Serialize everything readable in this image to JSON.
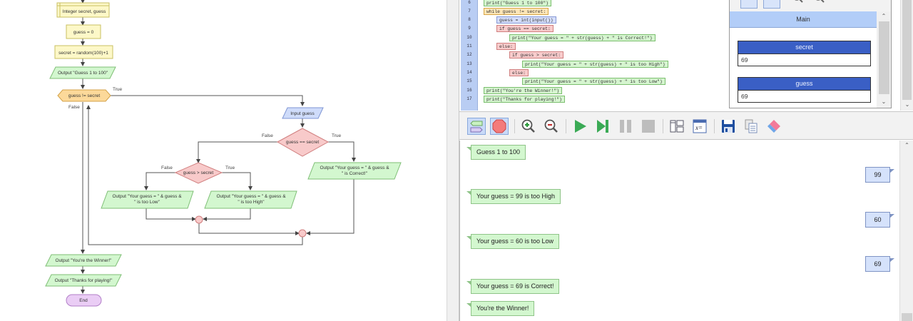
{
  "flowchart": {
    "nodes": {
      "declare": "Integer secret, guess",
      "assign_guess": "guess = 0",
      "assign_secret": "secret = random(100)+1",
      "output_intro": "Output \"Guess 1 to 100\"",
      "loop_cond": "guess != secret",
      "input_guess": "Input guess",
      "if_correct": "guess == secret",
      "output_correct_1": "Output \"Your guess = \" & guess &",
      "output_correct_2": "\" is Correct!\"",
      "if_high": "guess > secret",
      "output_low_1": "Output \"Your guess = \" & guess &",
      "output_low_2": "\" is too Low\"",
      "output_high_1": "Output \"Your guess = \" & guess &",
      "output_high_2": "\" is too High\"",
      "output_winner": "Output \"You're the Winner!\"",
      "output_thanks": "Output \"Thanks for playing!\"",
      "end": "End"
    },
    "labels": {
      "loop_true": "True",
      "loop_false": "False",
      "correct_false": "False",
      "correct_true": "True",
      "high_false": "False",
      "high_true": "True"
    }
  },
  "code": {
    "lines": [
      {
        "num": "6",
        "text": "print(\"Guess 1 to 100\")",
        "kind": "green",
        "indent": 0
      },
      {
        "num": "7",
        "text": "while guess != secret:",
        "kind": "orange",
        "indent": 0
      },
      {
        "num": "8",
        "text": "guess = int(input())",
        "kind": "blue",
        "indent": 1
      },
      {
        "num": "9",
        "text": "if guess == secret:",
        "kind": "red",
        "indent": 1
      },
      {
        "num": "10",
        "text": "print(\"Your guess = \" + str(guess) + \" is Correct!\")",
        "kind": "green",
        "indent": 2
      },
      {
        "num": "11",
        "text": "else:",
        "kind": "red",
        "indent": 1
      },
      {
        "num": "12",
        "text": "if guess > secret:",
        "kind": "red",
        "indent": 2
      },
      {
        "num": "13",
        "text": "print(\"Your guess = \" + str(guess) + \" is too High\")",
        "kind": "green",
        "indent": 3
      },
      {
        "num": "14",
        "text": "else:",
        "kind": "red",
        "indent": 2
      },
      {
        "num": "15",
        "text": "print(\"Your guess = \" + str(guess) + \" is too Low\")",
        "kind": "green",
        "indent": 3
      },
      {
        "num": "16",
        "text": "print(\"You're the Winner!\")",
        "kind": "green",
        "indent": 0
      },
      {
        "num": "17",
        "text": "print(\"Thanks for playing!\")",
        "kind": "green",
        "indent": 0
      }
    ]
  },
  "variables": {
    "scope": "Main",
    "items": [
      {
        "name": "secret",
        "value": "69"
      },
      {
        "name": "guess",
        "value": "69"
      }
    ]
  },
  "toolbar": {
    "buttons": [
      "flowchart-view-icon",
      "stop-sign-icon",
      "zoom-in-icon",
      "zoom-out-icon",
      "run-icon",
      "step-icon",
      "pause-icon",
      "stop-icon",
      "layout-icon",
      "variables-icon",
      "save-icon",
      "copy-icon",
      "clear-icon"
    ]
  },
  "console": {
    "messages": [
      {
        "type": "output",
        "text": "Guess 1 to 100"
      },
      {
        "type": "input",
        "text": "99"
      },
      {
        "type": "output",
        "text": "Your guess = 99 is too High"
      },
      {
        "type": "input",
        "text": "60"
      },
      {
        "type": "output",
        "text": "Your guess = 60 is too Low"
      },
      {
        "type": "input",
        "text": "69"
      },
      {
        "type": "output",
        "text": "Your guess = 69 is Correct!"
      },
      {
        "type": "output",
        "text": "You're the Winner!"
      }
    ]
  },
  "colors": {
    "process_fill": "#fdf8c8",
    "output_fill": "#d3f7cf",
    "input_fill": "#cfdcfa",
    "decision_fill": "#f8caca",
    "loop_fill": "#fcd99a",
    "end_fill": "#eacdf5",
    "accent_blue": "#3a5fc5"
  }
}
